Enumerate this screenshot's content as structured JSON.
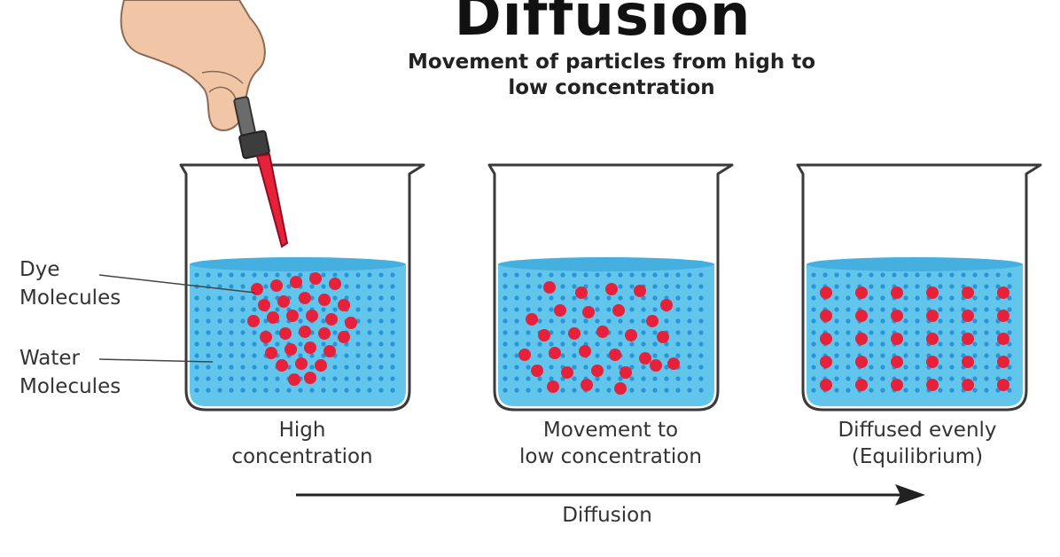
{
  "header": {
    "title": "Diffusion",
    "subtitle_line1": "Movement of particles from high to",
    "subtitle_line2": "low concentration"
  },
  "labels": {
    "dye_line1": "Dye",
    "dye_line2": "Molecules",
    "water_line1": "Water",
    "water_line2": "Molecules"
  },
  "beakers": [
    {
      "caption_line1": "High",
      "caption_line2": "concentration"
    },
    {
      "caption_line1": "Movement to",
      "caption_line2": "low concentration"
    },
    {
      "caption_line1": "Diffused evenly",
      "caption_line2": "(Equilibrium)"
    }
  ],
  "arrow": {
    "label": "Diffusion"
  },
  "colors": {
    "water": "#62c6ec",
    "water_surface": "#45b0df",
    "water_dot": "#2a94d6",
    "dye": "#e8213a",
    "glass": "#3a3a3a",
    "skin": "#f1c6a6"
  },
  "icons": [
    "hand-icon",
    "dropper-icon"
  ]
}
